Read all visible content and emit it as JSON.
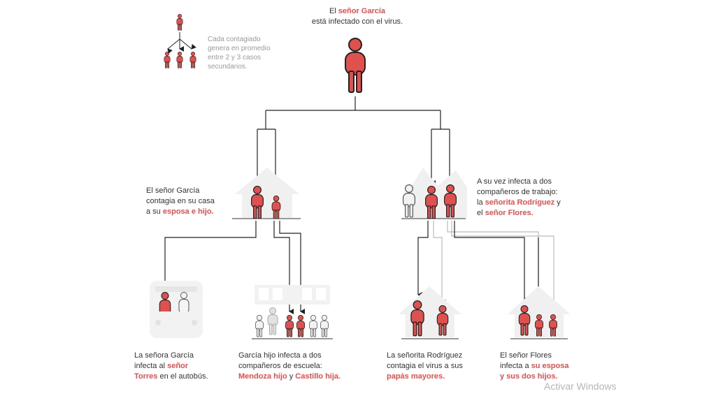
{
  "colors": {
    "infected": "#e0504f",
    "infected_outline": "#222222",
    "healthy": "#eeeeee",
    "building": "#f0f0f0",
    "line": "#222222",
    "line_light": "#b8b8b8"
  },
  "legend": {
    "l1": "Cada contagiado",
    "l2": "genera en promedio",
    "l3": "entre 2 y 3 casos",
    "l4": "secundarios."
  },
  "top": {
    "pre": "El ",
    "hl": "señor García",
    "line2": "está infectado con el virus."
  },
  "house1": {
    "l1": "El señor García",
    "l2": "contagia en su casa",
    "l3_pre": "a su ",
    "l3_hl": "esposa e hijo."
  },
  "work": {
    "l1": "A su vez infecta a dos",
    "l2": "compañeros de trabajo:",
    "l3_pre": "la ",
    "l3_hl": "señorita Rodríguez",
    "l3_post": " y",
    "l4_pre": "el ",
    "l4_hl": "señor Flores."
  },
  "bus": {
    "l1": "La señora García",
    "l2_pre": "infecta al ",
    "l2_hl": "señor",
    "l3_hl": "Torres",
    "l3_post": " en el autobús."
  },
  "school": {
    "l1": "García hijo infecta a dos",
    "l2": "compañeros de escuela:",
    "l3_hl1": "Mendoza hijo",
    "l3_mid": " y ",
    "l3_hl2": "Castillo hija."
  },
  "rodriguez": {
    "l1": "La señorita Rodríguez",
    "l2": "contagia el virus a sus",
    "l3_hl": "papás mayores."
  },
  "flores": {
    "l1": "El señor Flores",
    "l2_pre": "infecta a ",
    "l2_hl": "su esposa",
    "l3_hl": "y sus dos hijos."
  },
  "watermark": "Activar Windows"
}
